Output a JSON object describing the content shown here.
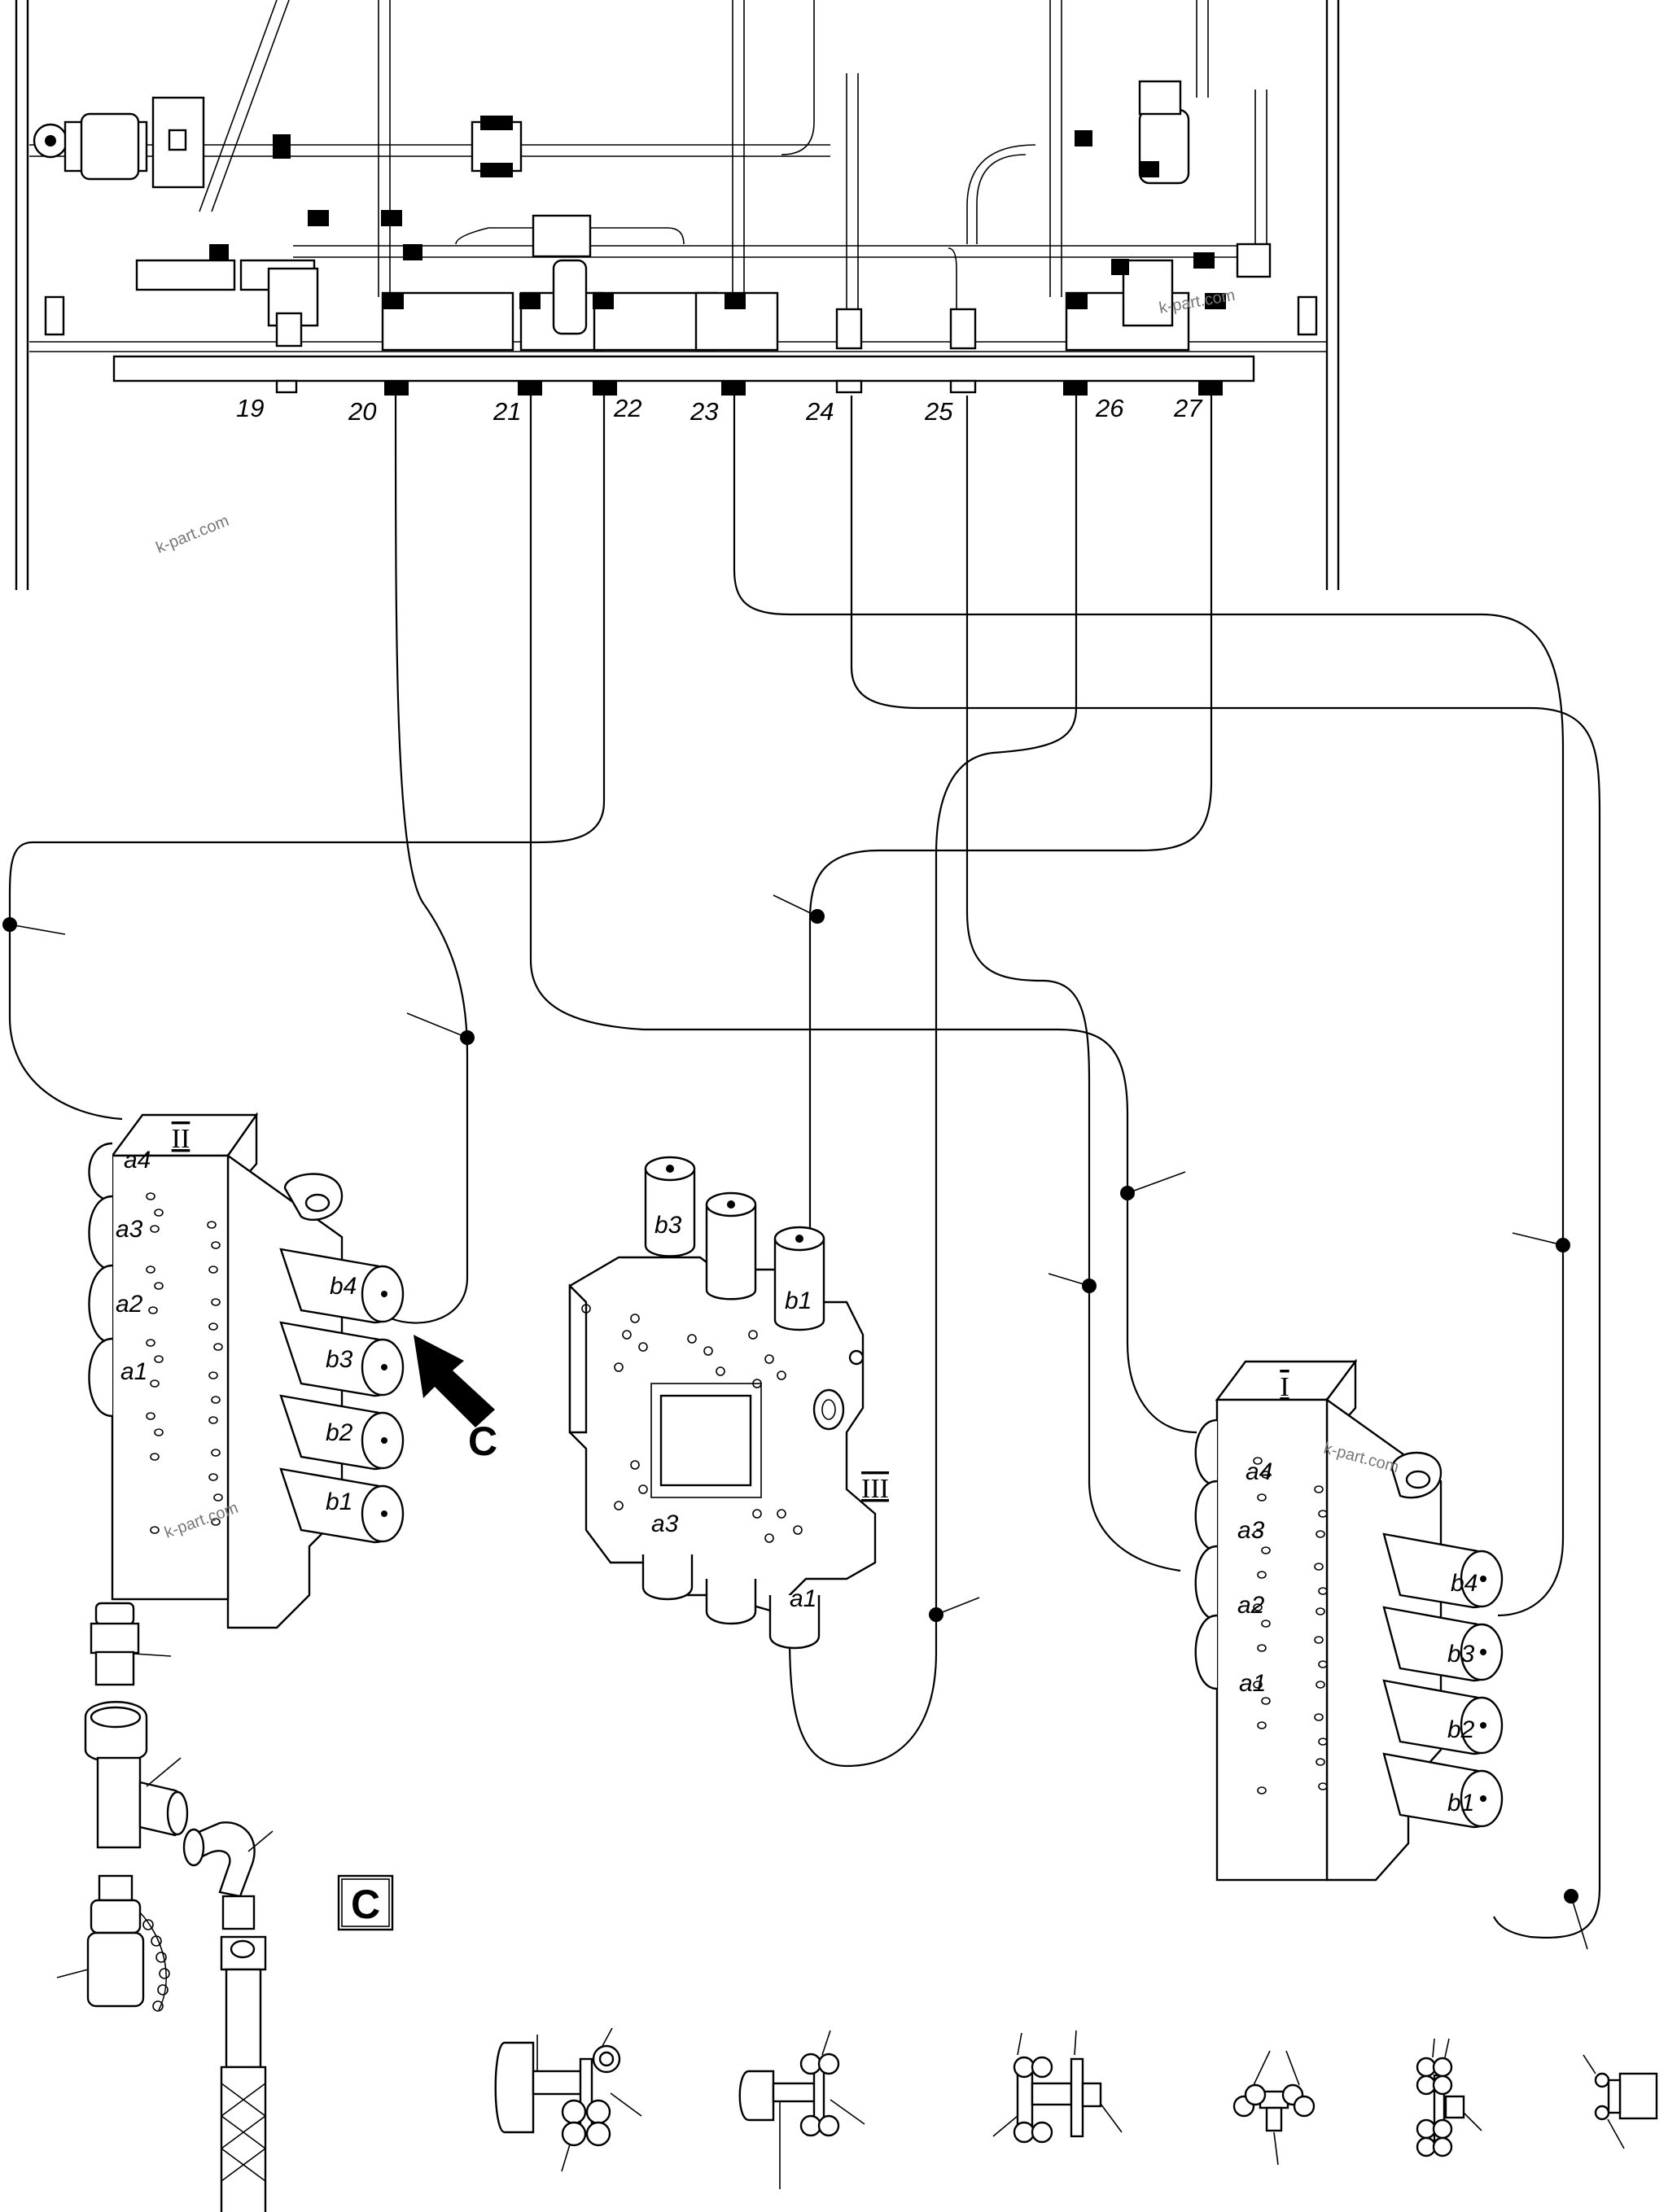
{
  "port_numbers": [
    "19",
    "20",
    "21",
    "22",
    "23",
    "24",
    "25",
    "26",
    "27"
  ],
  "valve_ii": {
    "roman": "II",
    "a_labels": [
      "a4",
      "a3",
      "a2",
      "a1"
    ],
    "b_labels": [
      "b4",
      "b3",
      "b2",
      "b1"
    ]
  },
  "valve_iii": {
    "roman": "III",
    "top_labels": [
      "b3",
      "b1"
    ],
    "bottom_labels": [
      "a3",
      "a1"
    ]
  },
  "valve_i": {
    "roman": "I",
    "a_labels": [
      "a4",
      "a3",
      "a2",
      "a1"
    ],
    "b_labels": [
      "b4",
      "b3",
      "b2",
      "b1"
    ]
  },
  "view_callout": "C",
  "view_label": "C",
  "watermarks": [
    "k-part.com",
    "k-part.com",
    "k-part.com",
    "k-part.com"
  ]
}
